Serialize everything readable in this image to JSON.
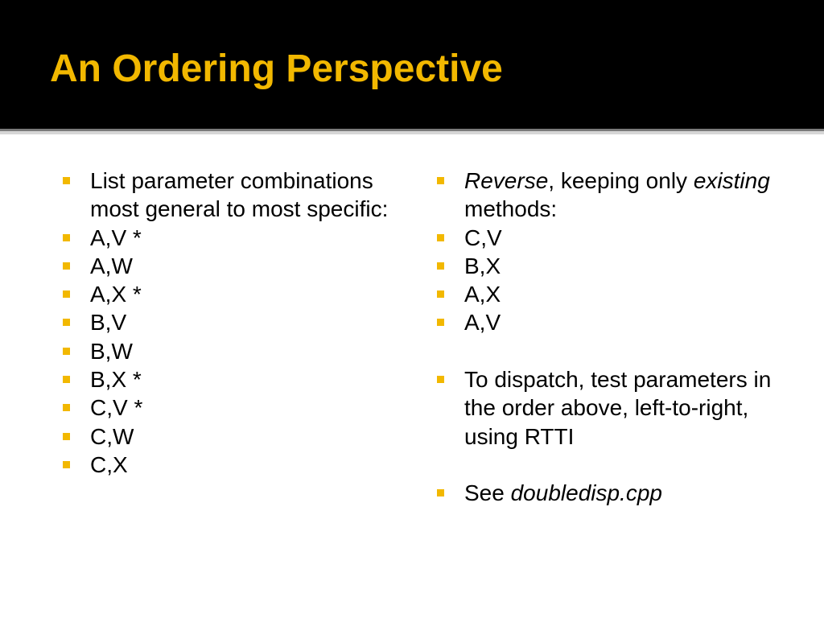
{
  "slide": {
    "title": "An Ordering Perspective",
    "colors": {
      "title_background": "#000000",
      "title_text": "#f2b800",
      "bullet_marker": "#f2b800",
      "body_text": "#000000"
    },
    "left_column": {
      "intro": "List parameter combinations most general to most specific:",
      "items": [
        "A,V *",
        "A,W",
        "A,X *",
        "B,V",
        "B,W",
        "B,X *",
        "C,V *",
        "C,W",
        "C,X"
      ]
    },
    "right_column": {
      "intro": {
        "part1": "Reverse",
        "part2": ", keeping only ",
        "part3": "existing",
        "part4": " methods:"
      },
      "items": [
        "C,V",
        "B,X",
        "A,X",
        "A,V"
      ],
      "dispatch_note": "To dispatch, test parameters in the order above, left-to-right, using RTTI",
      "see_note": {
        "prefix": "See ",
        "file": "doubledisp.cpp"
      }
    }
  }
}
